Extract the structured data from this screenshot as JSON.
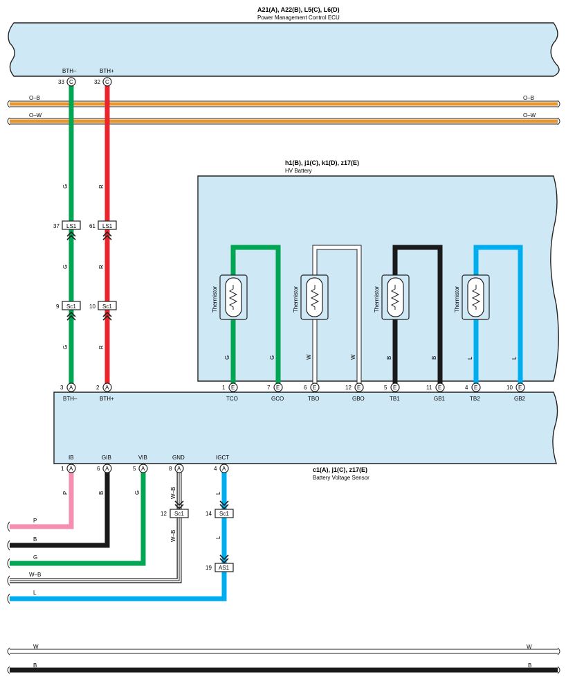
{
  "ecu": {
    "codes": "A21(A), A22(B), L5(C), L6(D)",
    "name": "Power Management Control ECU",
    "pins": [
      {
        "num": "33",
        "letter": "C",
        "name": "BTH–"
      },
      {
        "num": "32",
        "letter": "C",
        "name": "BTH+"
      }
    ]
  },
  "bus_top": [
    {
      "label_left": "O–B",
      "label_right": "O–B",
      "color": "#e8962e"
    },
    {
      "label_left": "O–W",
      "label_right": "O–W",
      "color": "#e8962e"
    }
  ],
  "harness": {
    "wire_g": "G",
    "wire_r": "R",
    "ls1": {
      "left_num": "37",
      "right_num": "61",
      "label": "LS1"
    },
    "sc1": {
      "left_num": "9",
      "right_num": "10",
      "label": "Sc1"
    }
  },
  "battery": {
    "codes": "h1(B), j1(C), k1(D), z17(E)",
    "name": "HV Battery",
    "thermistor_label": "Thermistor",
    "thermistors": [
      {
        "wire": "G",
        "color": "#00a651"
      },
      {
        "wire": "W",
        "color": "#ffffff"
      },
      {
        "wire": "B",
        "color": "#1a1a1a"
      },
      {
        "wire": "L",
        "color": "#00aeef"
      }
    ]
  },
  "sensor": {
    "codes": "c1(A), j1(C), z17(E)",
    "name": "Battery Voltage Sensor",
    "top_pins": [
      {
        "num": "3",
        "letter": "A",
        "name": "BTH–"
      },
      {
        "num": "2",
        "letter": "A",
        "name": "BTH+"
      },
      {
        "num": "1",
        "letter": "E",
        "name": "TCO"
      },
      {
        "num": "7",
        "letter": "E",
        "name": "GCO"
      },
      {
        "num": "6",
        "letter": "E",
        "name": "TBO"
      },
      {
        "num": "12",
        "letter": "E",
        "name": "GBO"
      },
      {
        "num": "5",
        "letter": "E",
        "name": "TB1"
      },
      {
        "num": "11",
        "letter": "E",
        "name": "GB1"
      },
      {
        "num": "4",
        "letter": "E",
        "name": "TB2"
      },
      {
        "num": "10",
        "letter": "E",
        "name": "GB2"
      }
    ],
    "bottom_pins": [
      {
        "num": "1",
        "letter": "A",
        "name": "IB",
        "wire": "P",
        "color": "#f48fb1"
      },
      {
        "num": "6",
        "letter": "A",
        "name": "GIB",
        "wire": "B",
        "color": "#1a1a1a"
      },
      {
        "num": "5",
        "letter": "A",
        "name": "VIB",
        "wire": "G",
        "color": "#00a651"
      },
      {
        "num": "8",
        "letter": "A",
        "name": "GND",
        "wire": "W–B",
        "color": "#ffffff"
      },
      {
        "num": "4",
        "letter": "A",
        "name": "IGCT",
        "wire": "L",
        "color": "#00aeef"
      }
    ]
  },
  "lower_connectors": {
    "gnd_sc1": {
      "num": "12",
      "label": "Sc1"
    },
    "igct_sc1": {
      "num": "14",
      "label": "Sc1"
    },
    "igct_as1": {
      "num": "19",
      "label": "AS1"
    }
  },
  "left_bus": [
    {
      "label": "P"
    },
    {
      "label": "B"
    },
    {
      "label": "G"
    },
    {
      "label": "W–B"
    },
    {
      "label": "L"
    }
  ],
  "bus_bottom": [
    {
      "label_left": "W",
      "label_right": "W",
      "color": "#ffffff"
    },
    {
      "label_left": "B",
      "label_right": "B",
      "color": "#1a1a1a"
    }
  ]
}
